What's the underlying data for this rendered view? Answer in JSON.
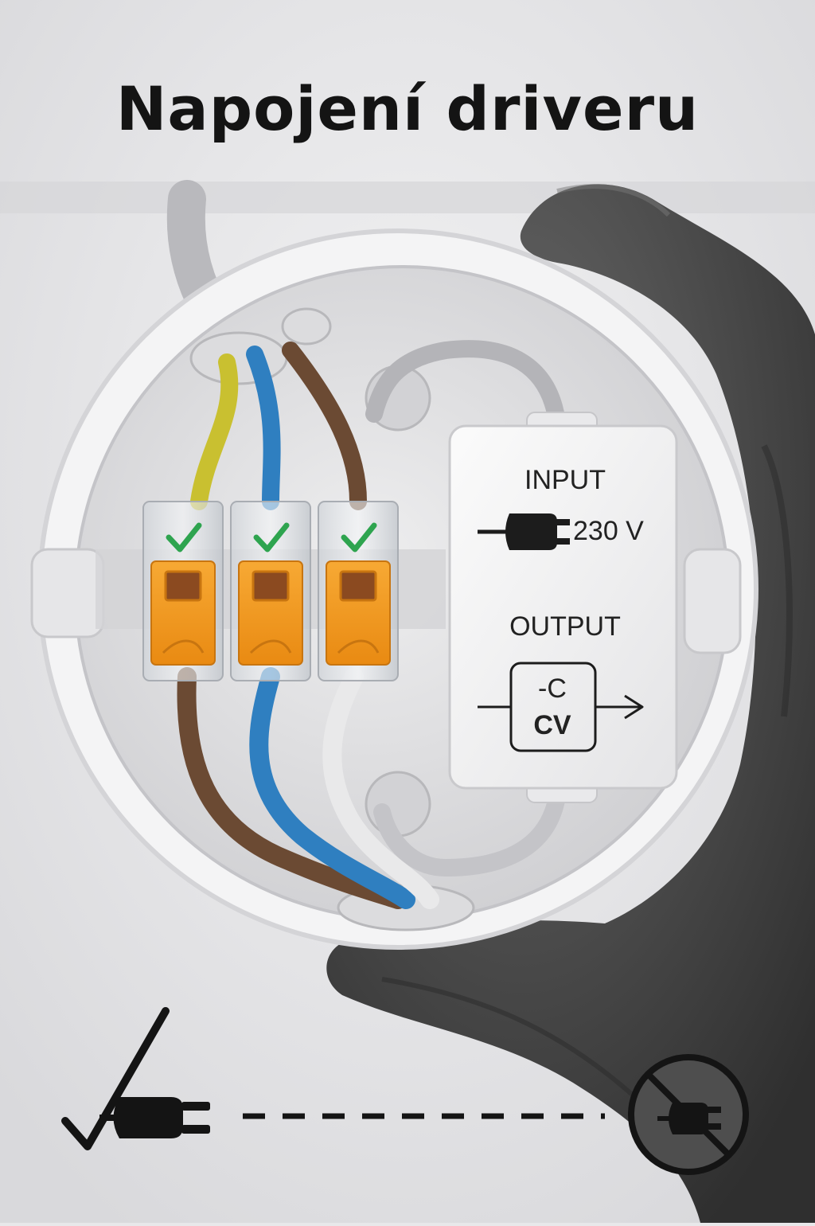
{
  "title": "Napojení driveru",
  "driver": {
    "input_label": "INPUT",
    "voltage": "230 V",
    "output_label": "OUTPUT",
    "mode_top": "-C",
    "mode_bottom": "CV"
  },
  "icons": {
    "connector_check": "check-icon",
    "plug": "plug-icon",
    "output_arrow": "arrow-right-icon",
    "power_ok": "checkmark-plug-icon",
    "power_off": "no-plug-icon"
  },
  "colors": {
    "brown_wire": "#6b4a33",
    "blue_wire": "#2f7fc0",
    "yellow_wire": "#c9c030",
    "white_wire": "#f2f2f2",
    "connector_lever": "#f39a1e",
    "check_green": "#2ea44f",
    "glove": "#4a4a4a",
    "text": "#141414"
  }
}
